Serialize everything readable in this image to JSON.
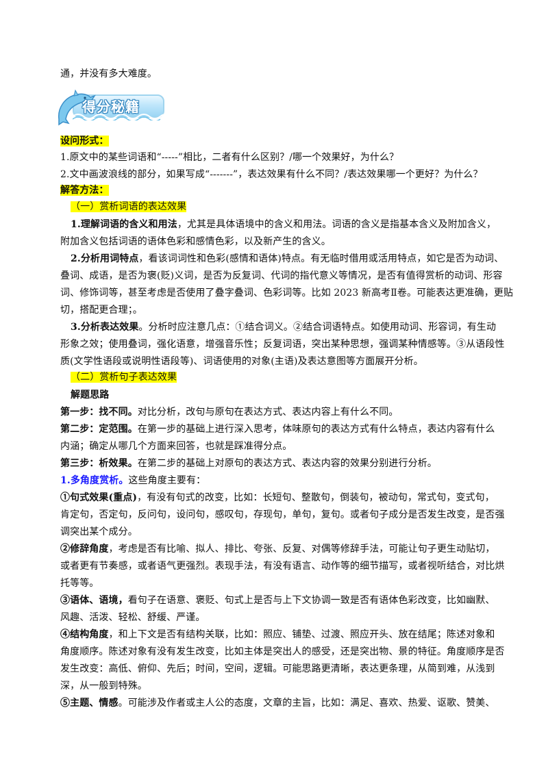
{
  "lines": {
    "l0": "通，并没有多大难度。",
    "badge_text": "得分秘籍",
    "ask_form": "设问形式：",
    "ask1": "1.原文中的某些词语和“-----”相比，二者有什么区别？/哪一个效果好，为什么？",
    "ask2": "2.文中画波浪线的部分，如果写成“-------”，表达效果有什么不同？/表达效果哪一个更好？为什么？",
    "method": "解答方法：",
    "sec1": "（一）赏析词语的表达效果",
    "p1_bold": "1.理解词语的含义和用法",
    "p1_rest": "，尤其是具体语境中的含义和用法。词语的含义是指基本含义及附加含义，",
    "p1_l2": "附加含义包括词语的语体色彩和感情色彩，以及新产生的含义。",
    "p2_bold": "2.分析用词特点",
    "p2_rest": "，看该词词性和色彩(感情和语体)特点。有无临时借用或活用特点，如它是否为动词、",
    "p2_l2": "叠词、成语，是否为褒(贬)义词，是否为反复词、代词的指代意义等情况，是否有值得赏析的动词、形容",
    "p2_l3": "词、修饰词等，甚至考虑是否使用了叠字叠词、色彩词等。比如 2023 新高考Ⅱ卷。可能表达更准确，更贴",
    "p2_l4": "切，搭配更合理；。",
    "p3_bold": "3.分析表达效果",
    "p3_rest": "。分析时应注意几点：①结合词义。②结合词语特点。如使用动词、形容词，有生动",
    "p3_l2": "形象之效；使用叠词，强化语意，增强音乐性；反复词语，突出某种思想，强调某种情感等。③从语段性",
    "p3_l3": "质(文学性语段或说明性语段等)、词语使用的对象(主语)及表达意图等方面展开分析。",
    "sec2": "（二）赏析句子表达效果",
    "idea": "解题思路",
    "s1_bold": "第一步：找不同。",
    "s1_rest": "对比分析，改句与原句在表达方式、表达内容上有什么不同。",
    "s2_bold": "第二步：定范围。",
    "s2_rest": "在第一步的基础上进行深入思考，体味原句的表达方式有什么特点，表达内容有什么",
    "s2_l2": "内涵；确定从哪几个方面来回答，也就是踩准得分点。",
    "s3_bold": "第三步：析效果。",
    "s3_rest": "在第二步的基础上对原句的表达方式、表达内容的效果分别进行分析。",
    "m_blue": "1.多角度赏析。",
    "m_rest": "这些角度主要有：",
    "a1_bold": "①句式效果(重点)",
    "a1_rest": "，有没有句式的改变，比如：长短句、整散句，倒装句，被动句，常式句，变式句，",
    "a1_l2": "肯定句，否定句，反问句，设问句，感叹句，存现句，单句，复句。或者句子成分是否发生改变，是否强",
    "a1_l3": "调突出某个成分。",
    "a2_bold": "②修辞角度",
    "a2_rest": "，考虑是否有比喻、拟人、排比、夸张、反复、对偶等修辞手法，可能让句子更生动贴切，",
    "a2_l2": "或者更有节奏感，或者语气更强烈。表现手法，有没有语言、动作等的细节描写，或者视听结合，对比烘",
    "a2_l3": "托等等。",
    "a3_bold": "③语体、语境，",
    "a3_rest": "看句子在语意、褒贬、句式上是否与上下文协调一致是否有语体色彩改变，比如幽默、",
    "a3_l2": "风趣、活泼、轻松、舒缓、严谨。",
    "a4_bold": "④结构角度",
    "a4_rest": "，和上下文是否有结构关联，比如：照应、铺垫、过渡、照应开头、放在结尾；陈述对象和",
    "a4_l2": "角度顺序。陈述对象有没有发生改变，比如主体是突出人的感受，还是突出物、景的特征。角度顺序是否",
    "a4_l3": "发生改变：高低、俯仰、先后；时间，空间，逻辑。可能思路更清晰，表达更条理，从简到难，从浅到",
    "a4_l4": "深，从一般到特殊。",
    "a5_bold": "⑤主题、情感",
    "a5_rest": "。可能涉及作者或主人公的态度，文章的主旨，比如：满足、喜欢、热爱、讴歌、赞美、"
  },
  "colors": {
    "highlight": "#ffff00",
    "blue_heading": "#1a1aff",
    "badge": "#9cd6f4"
  },
  "icons": {
    "badge_decoration": "dolphin-icon"
  }
}
